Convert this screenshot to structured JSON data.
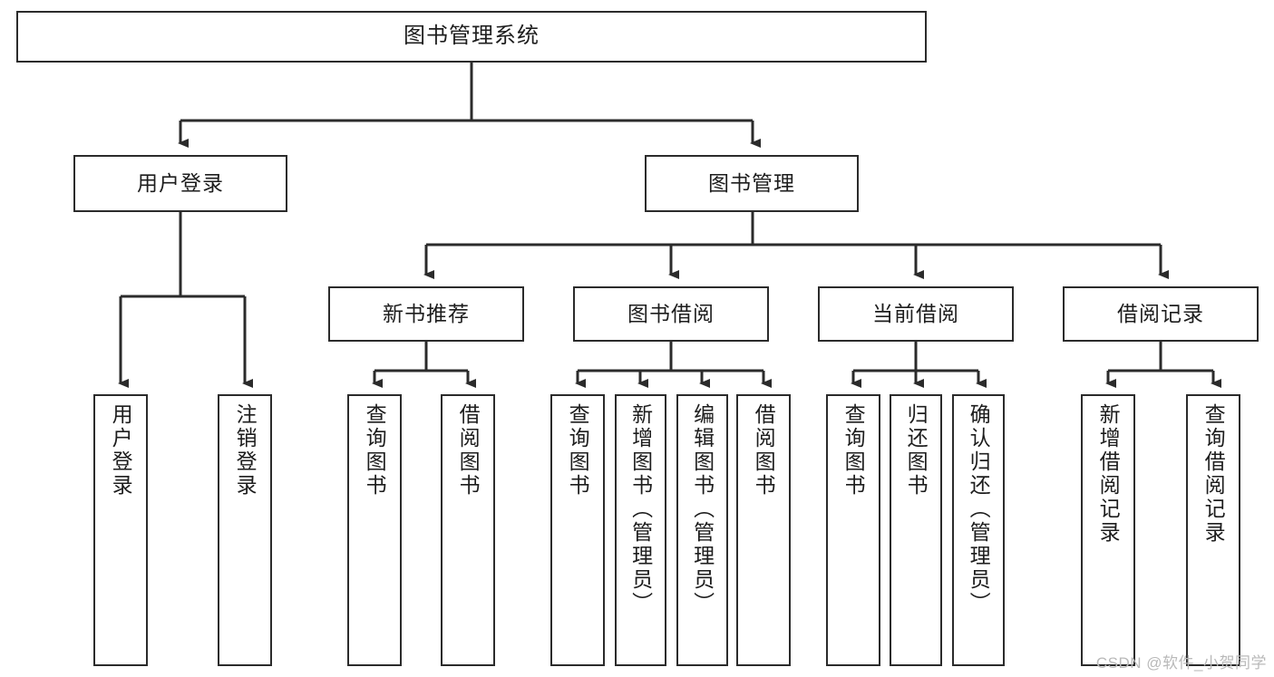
{
  "diagram": {
    "title": "图书管理系统",
    "type": "hierarchy-tree",
    "root": {
      "label": "图书管理系统"
    },
    "level2": [
      {
        "label": "用户登录"
      },
      {
        "label": "图书管理"
      }
    ],
    "level3": [
      {
        "label": "新书推荐"
      },
      {
        "label": "图书借阅"
      },
      {
        "label": "当前借阅"
      },
      {
        "label": "借阅记录"
      }
    ],
    "leaves": {
      "user_login": [
        {
          "label": "用户登录"
        },
        {
          "label": "注销登录"
        }
      ],
      "new_book_recommend": [
        {
          "label": "查询图书"
        },
        {
          "label": "借阅图书"
        }
      ],
      "book_borrow": [
        {
          "label": "查询图书"
        },
        {
          "label": "新增图书（管理员）"
        },
        {
          "label": "编辑图书（管理员）"
        },
        {
          "label": "借阅图书"
        }
      ],
      "current_borrow": [
        {
          "label": "查询图书"
        },
        {
          "label": "归还图书"
        },
        {
          "label": "确认归还（管理员）"
        }
      ],
      "borrow_record": [
        {
          "label": "新增借阅记录"
        },
        {
          "label": "查询借阅记录"
        }
      ]
    }
  },
  "watermark": {
    "text": "CSDN @软件_小贺同学"
  },
  "colors": {
    "stroke": "#2b2b2b",
    "fill": "#ffffff",
    "text": "#1d1d1d",
    "watermark": "#b9b9b9"
  }
}
